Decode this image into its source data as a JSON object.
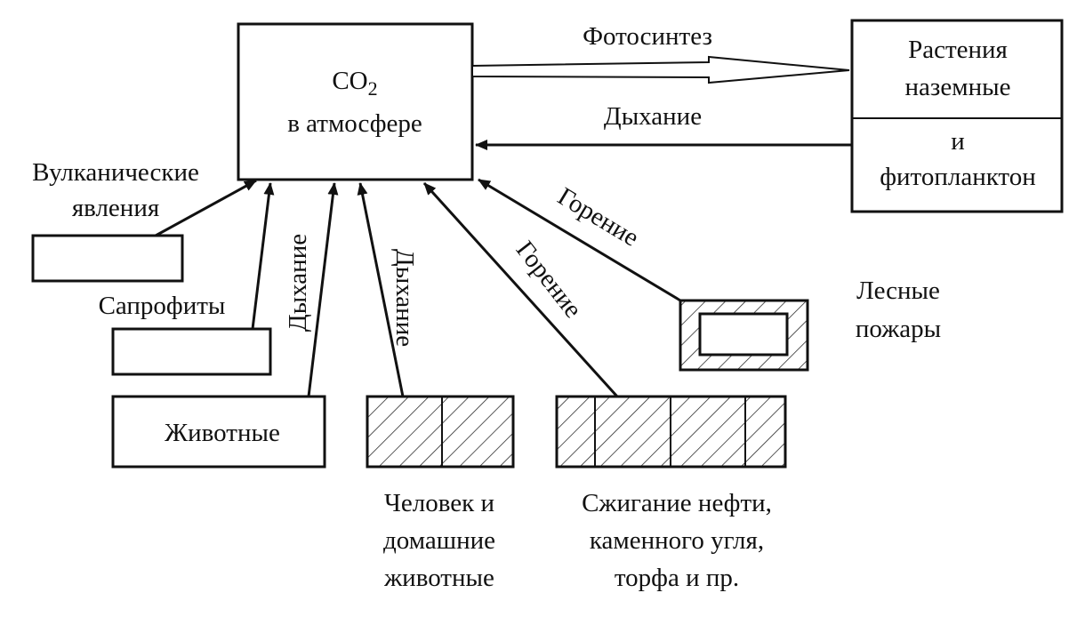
{
  "atmosphere": {
    "formula": "CO",
    "subscript": "2",
    "caption": "в атмосфере"
  },
  "plants": {
    "line1": "Растения",
    "line2": "наземные",
    "line3": "и",
    "line4": "фитопланктон"
  },
  "flows": {
    "photosynthesis": "Фотосинтез",
    "respiration_top": "Дыхание",
    "respiration_animals": "Дыхание",
    "respiration_humans": "Дыхание",
    "combustion_fuel": "Горение",
    "combustion_forest": "Горение"
  },
  "sources": {
    "volcanic": {
      "line1": "Вулканические",
      "line2": "явления"
    },
    "saprophytes": "Сапрофиты",
    "animals": "Животные",
    "humans": {
      "line1": "Человек и",
      "line2": "домашние",
      "line3": "животные"
    },
    "fuel": {
      "line1": "Сжигание нефти,",
      "line2": "каменного угля,",
      "line3": "торфа  и пр."
    },
    "forest_fires": {
      "line1": "Лесные",
      "line2": "пожары"
    }
  }
}
